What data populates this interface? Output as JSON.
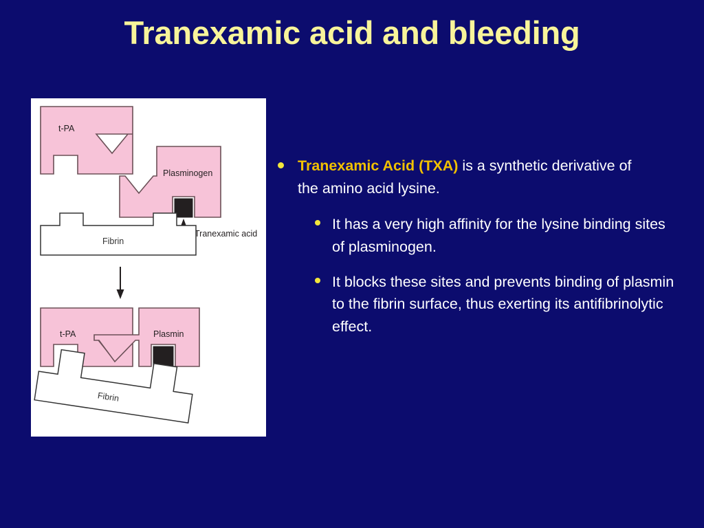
{
  "slide": {
    "title": "Tranexamic acid and bleeding",
    "background_color": "#0c0c6e",
    "title_color": "#f8f49a"
  },
  "figure": {
    "name": "tranexamic-acid-mechanism-diagram",
    "background_color": "#ffffff",
    "protein_fill_color": "#f7c3d8",
    "protein_stroke_color": "#6b5057",
    "drug_block_color": "#231f20",
    "fibrin_fill_color": "#ffffff",
    "fibrin_stroke_color": "#333333",
    "labels": {
      "tpa_top": "t-PA",
      "plasminogen": "Plasminogen",
      "tranexamic_acid": "Tranexamic acid",
      "fibrin_middle": "Fibrin",
      "tpa_bottom": "t-PA",
      "plasmin": "Plasmin",
      "fibrin_bottom": "Fibrin"
    }
  },
  "content": {
    "bullets": [
      {
        "level": 1,
        "highlight": "Tranexamic Acid (TXA)",
        "text": " is a synthetic derivative of the amino acid lysine."
      },
      {
        "level": 2,
        "highlight": "",
        "text": "It has a very high affinity for the lysine binding sites of plasminogen."
      },
      {
        "level": 2,
        "highlight": "",
        "text": "It blocks these sites and prevents binding of plasmin to the fibrin surface, thus exerting its antifibrinolytic effect."
      }
    ]
  }
}
